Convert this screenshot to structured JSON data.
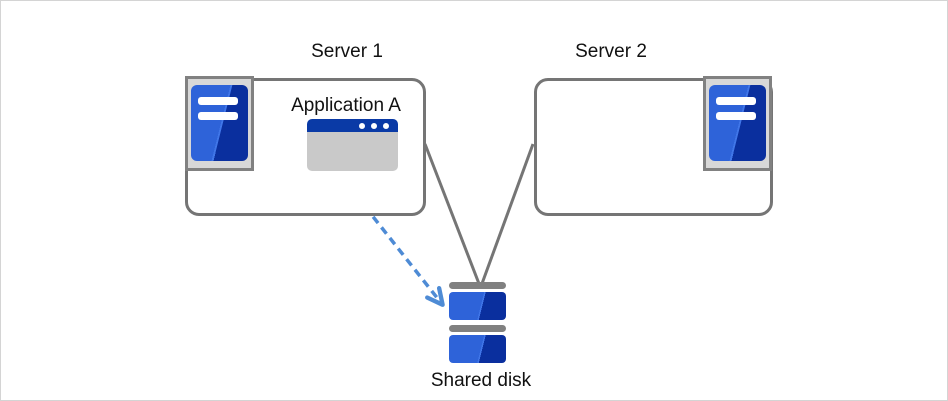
{
  "diagram": {
    "server1": {
      "label": "Server 1",
      "application": {
        "label": "Application A"
      }
    },
    "server2": {
      "label": "Server 2"
    },
    "shared_disk": {
      "label": "Shared disk"
    }
  },
  "icons": {
    "server1_icon": "server-tower-icon",
    "server2_icon": "server-tower-icon",
    "application_icon": "app-window-icon",
    "shared_disk_icon": "disk-stack-icon",
    "arrow": "dashed-arrow-app-to-disk"
  },
  "colors": {
    "box_border": "#757575",
    "connector_line": "#757575",
    "icon_frame_border": "#818181",
    "icon_frame_bg": "#d8d8d8",
    "blue_light": "#2e63d9",
    "blue_dark": "#0a2f9e",
    "blue_highlight": "#4076e8",
    "window_titlebar": "#0a3aa6",
    "window_body": "#c9c9c9",
    "disk_gray_bar": "#808080",
    "arrow_blue": "#4e8bd5",
    "text": "#111111",
    "page_border": "#d4d4d4",
    "background": "#ffffff"
  }
}
